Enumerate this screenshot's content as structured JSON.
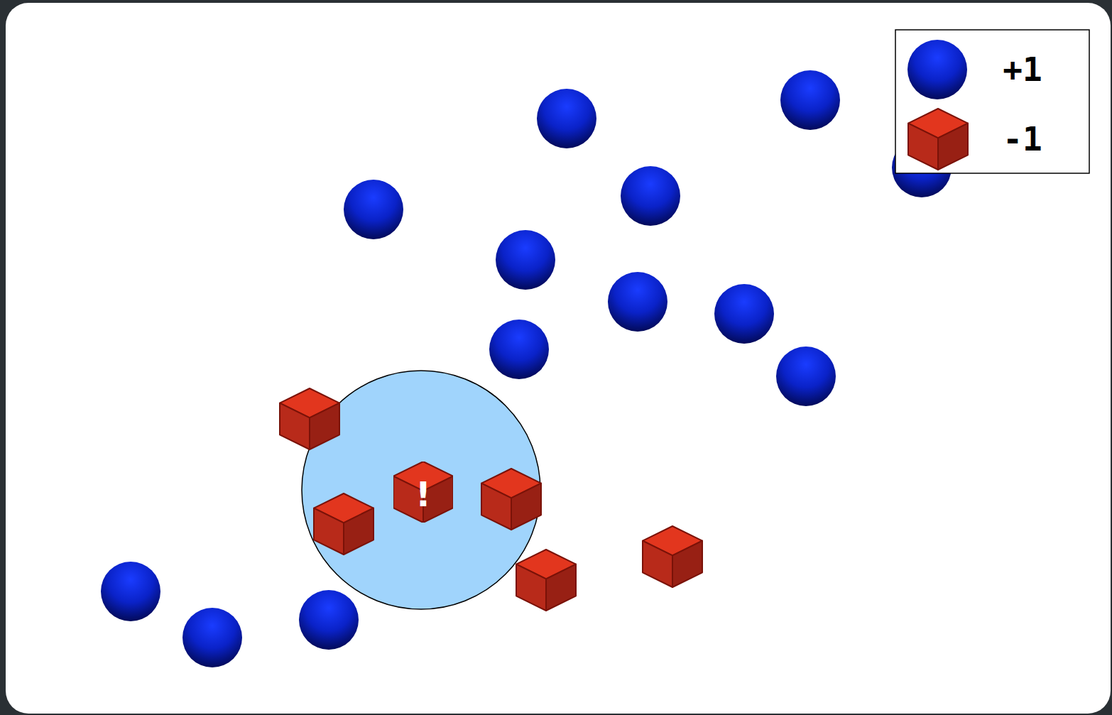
{
  "diagram": {
    "nodes": [
      {
        "text": [
          "!"
        ]
      }
    ],
    "legend": [
      {
        "text": "+1"
      },
      {
        "text": "-1"
      }
    ]
  }
}
